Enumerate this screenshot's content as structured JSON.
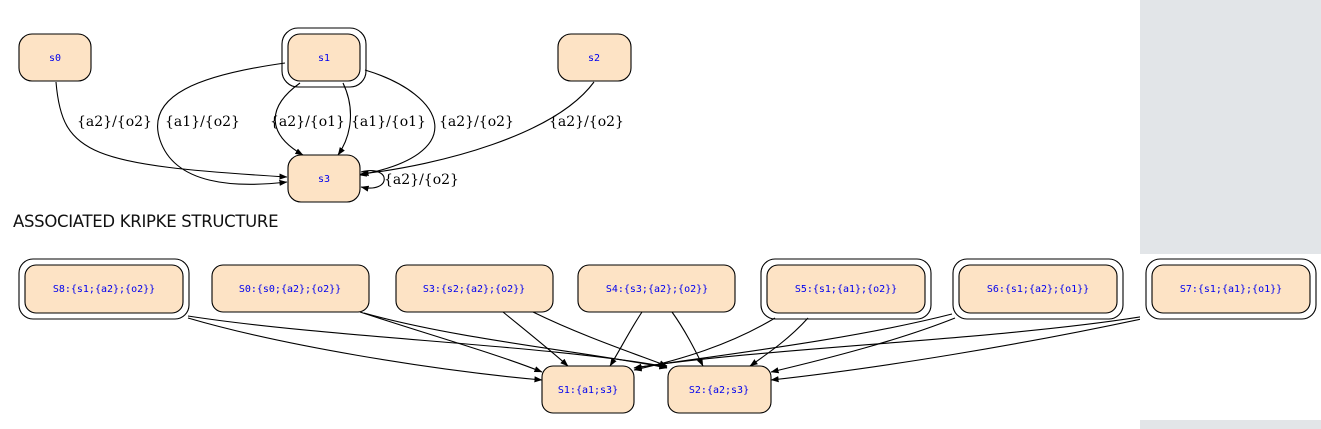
{
  "section_heading": "ASSOCIATED KRIPKE STRUCTURE",
  "colors": {
    "node_fill": "#fde3c5",
    "node_text": "#0000ee",
    "sidebar": "#e2e5e8"
  },
  "machine": {
    "states": [
      {
        "id": "s0",
        "label": "s0",
        "initial": false
      },
      {
        "id": "s1",
        "label": "s1",
        "initial": true
      },
      {
        "id": "s2",
        "label": "s2",
        "initial": false
      },
      {
        "id": "s3",
        "label": "s3",
        "initial": false
      }
    ],
    "transitions": [
      {
        "from": "s0",
        "to": "s3",
        "label": "{a2}/{o2}"
      },
      {
        "from": "s1",
        "to": "s3",
        "label": "{a1}/{o2}"
      },
      {
        "from": "s1",
        "to": "s3",
        "label": "{a2}/{o1}"
      },
      {
        "from": "s1",
        "to": "s3",
        "label": "{a1}/{o1}"
      },
      {
        "from": "s1",
        "to": "s3",
        "label": "{a2}/{o2}"
      },
      {
        "from": "s2",
        "to": "s3",
        "label": "{a2}/{o2}"
      },
      {
        "from": "s3",
        "to": "s3",
        "label": "{a2}/{o2}"
      }
    ]
  },
  "kripke": {
    "states": [
      {
        "id": "S8",
        "label": "S8:{s1;{a2};{o2}}",
        "initial": true
      },
      {
        "id": "S0",
        "label": "S0:{s0;{a2};{o2}}",
        "initial": false
      },
      {
        "id": "S3",
        "label": "S3:{s2;{a2};{o2}}",
        "initial": false
      },
      {
        "id": "S4",
        "label": "S4:{s3;{a2};{o2}}",
        "initial": false
      },
      {
        "id": "S5",
        "label": "S5:{s1;{a1};{o2}}",
        "initial": true
      },
      {
        "id": "S6",
        "label": "S6:{s1;{a2};{o1}}",
        "initial": true
      },
      {
        "id": "S7",
        "label": "S7:{s1;{a1};{o1}}",
        "initial": true
      },
      {
        "id": "S1",
        "label": "S1:{a1;s3}",
        "initial": false
      },
      {
        "id": "S2",
        "label": "S2:{a2;s3}",
        "initial": false
      }
    ],
    "edges": [
      {
        "from": "S8",
        "to": "S1"
      },
      {
        "from": "S8",
        "to": "S2"
      },
      {
        "from": "S0",
        "to": "S1"
      },
      {
        "from": "S0",
        "to": "S2"
      },
      {
        "from": "S3",
        "to": "S1"
      },
      {
        "from": "S3",
        "to": "S2"
      },
      {
        "from": "S4",
        "to": "S1"
      },
      {
        "from": "S4",
        "to": "S2"
      },
      {
        "from": "S5",
        "to": "S1"
      },
      {
        "from": "S5",
        "to": "S2"
      },
      {
        "from": "S6",
        "to": "S1"
      },
      {
        "from": "S6",
        "to": "S2"
      },
      {
        "from": "S7",
        "to": "S1"
      },
      {
        "from": "S7",
        "to": "S2"
      }
    ]
  }
}
